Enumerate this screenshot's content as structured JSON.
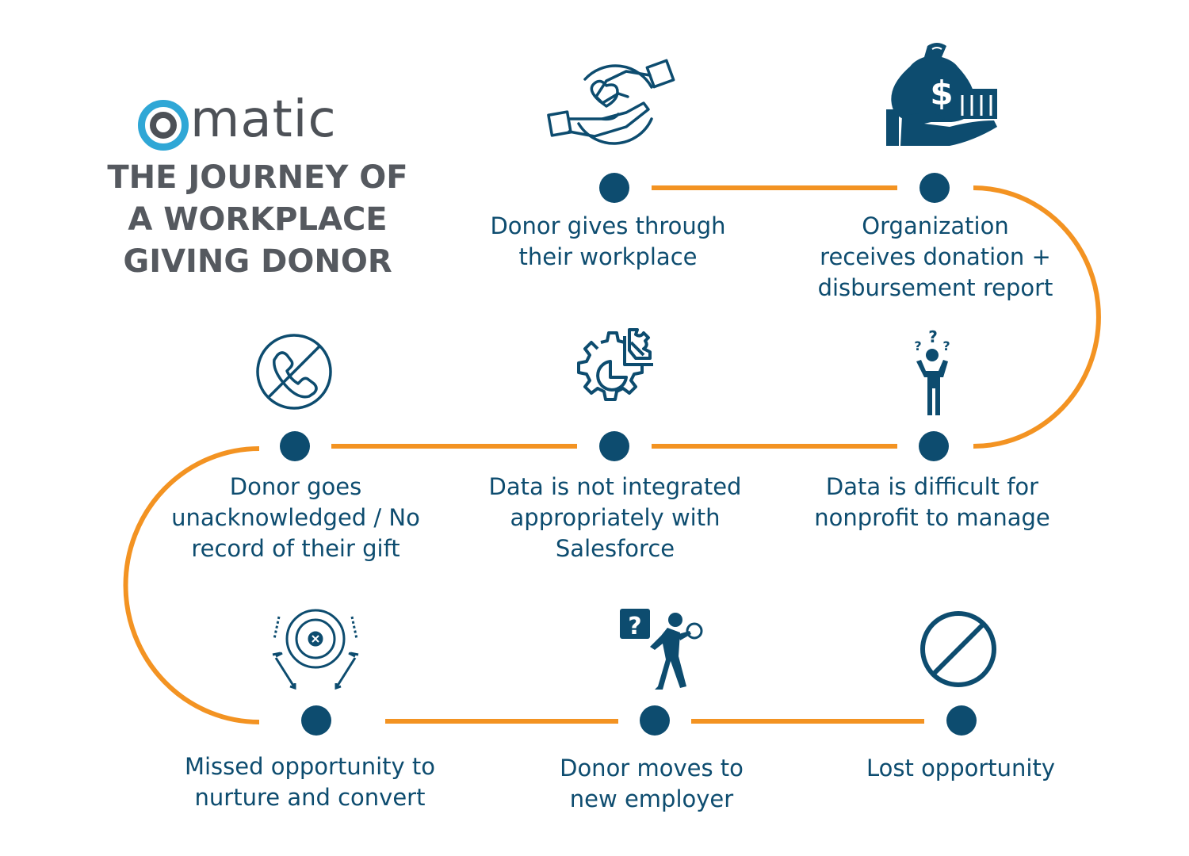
{
  "brand": {
    "logo_text": "matic",
    "logo_ring_color": "#2fa7d6",
    "logo_text_color": "#4d5157"
  },
  "title": {
    "line1": "THE JOURNEY OF",
    "line2": "A WORKPLACE",
    "line3": "GIVING DONOR"
  },
  "colors": {
    "node": "#0d4c6f",
    "connector": "#f39322",
    "text": "#0d4c6f",
    "title": "#55595f"
  },
  "steps": [
    {
      "label_lines": [
        "Donor gives through",
        "their workplace"
      ],
      "icon": "hand-giving-heart-icon"
    },
    {
      "label_lines": [
        "Organization",
        "receives donation +",
        "disbursement report"
      ],
      "icon": "money-bag-hand-icon"
    },
    {
      "label_lines": [
        "Data is difficult for",
        "nonprofit to manage"
      ],
      "icon": "confused-person-icon"
    },
    {
      "label_lines": [
        "Data is not integrated",
        "appropriately with",
        "Salesforce"
      ],
      "icon": "gear-puzzle-icon"
    },
    {
      "label_lines": [
        "Donor goes",
        "unacknowledged / No",
        "record of their gift"
      ],
      "icon": "no-phone-icon"
    },
    {
      "label_lines": [
        "Missed opportunity to",
        "nurture and convert"
      ],
      "icon": "missed-target-icon"
    },
    {
      "label_lines": [
        "Donor moves to",
        "new employer"
      ],
      "icon": "person-searching-icon"
    },
    {
      "label_lines": [
        "Lost opportunity"
      ],
      "icon": "prohibited-icon"
    }
  ]
}
